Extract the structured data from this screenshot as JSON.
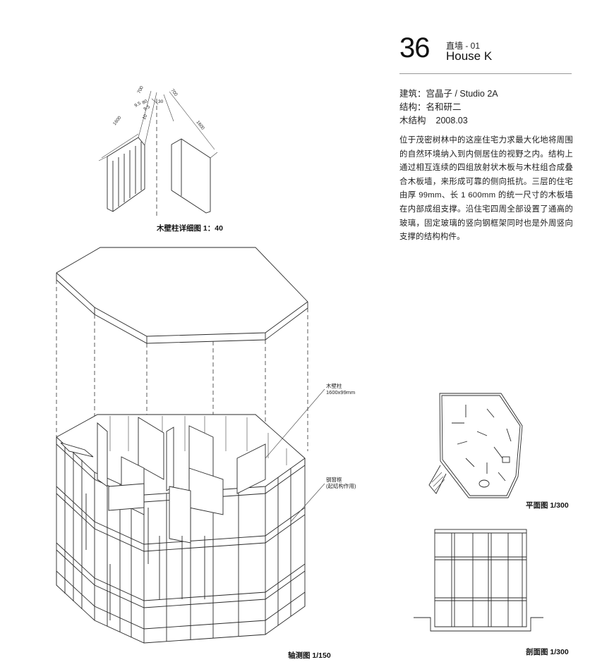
{
  "header": {
    "page_number": "36",
    "section_label": "直墙 - 01",
    "project_title": "House K"
  },
  "credits": {
    "architect": "建筑：宫晶子 / Studio 2A",
    "structure": "结构：名和研二",
    "timber_label": "木结构",
    "timber_date": "2008.03"
  },
  "description": "位于茂密树林中的这座住宅力求最大化地将周围的自然环境纳入到内侧居住的视野之内。结构上通过相互连续的四组放射状木板与木柱组合成叠合木板墙，来形成可靠的侧向抵抗。三层的住宅由厚 99mm、长 1 600mm 的统一尺寸的木板墙在内部成组支撑。沿住宅四周全部设置了通高的玻璃，固定玻璃的竖向钢框架同时也是外周竖向支撑的结构构件。",
  "captions": {
    "detail": "木壁柱详细图 1：40",
    "axonometric": "轴测图 1/150",
    "plan": "平面图 1/300",
    "section": "剖面图 1/300"
  },
  "annotations": {
    "timber_post_name": "木壁柱",
    "timber_post_size": "1600x99mm",
    "steel_frame_name": "钢窗框",
    "steel_frame_note": "(起结构作用)"
  },
  "detail_dimensions": {
    "d700_left": "700",
    "d700_right": "700",
    "d1600_left": "1600",
    "d1600_right": "1600",
    "d95a": "9.5",
    "d80": "80",
    "d95b": "9.5",
    "d30": "30",
    "d10": "10"
  }
}
